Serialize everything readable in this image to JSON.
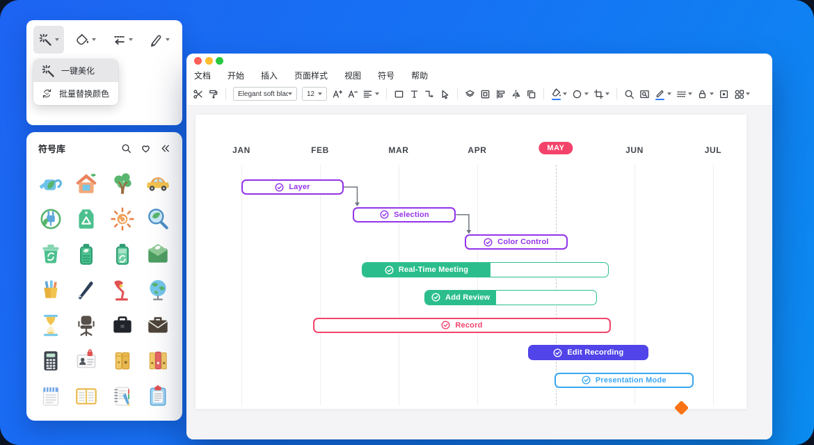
{
  "colors": {
    "accent_blue": "#2B7CF6",
    "traffic_lights": [
      "#FF5F57",
      "#FEBC2E",
      "#28C840"
    ],
    "connector": "#6F7680",
    "badge": "#F4436B",
    "milestone": "#F97316"
  },
  "beautify_panel": {
    "tools": [
      {
        "icon": "magic-wand",
        "selected": true
      },
      {
        "icon": "paint-bucket",
        "selected": false
      },
      {
        "icon": "arrow-line",
        "selected": false
      },
      {
        "icon": "pen-tool",
        "selected": false
      }
    ],
    "menu": [
      {
        "icon": "magic-wand",
        "label": "一键美化",
        "selected": true
      },
      {
        "icon": "color-replace",
        "label": "批量替换颜色",
        "selected": false
      }
    ]
  },
  "symbol_library": {
    "title": "符号库",
    "header_icons": [
      "search",
      "heart",
      "collapse"
    ],
    "symbols": [
      "watering-can",
      "eco-house",
      "tree",
      "car",
      "eco-plug",
      "recycle-tag",
      "sun",
      "leaf-magnifier",
      "recycle-bin",
      "eco-battery",
      "recycle-battery",
      "leaf-envelope",
      "pencil-cup",
      "pen",
      "desk-lamp",
      "globe",
      "hourglass",
      "office-chair",
      "briefcase",
      "suitcase",
      "calculator",
      "id-card",
      "file-binder",
      "binders",
      "notepad",
      "notebook",
      "spiral-notebook",
      "clipboard"
    ]
  },
  "app_window": {
    "menu_items": [
      "文档",
      "开始",
      "插入",
      "页面样式",
      "视图",
      "符号",
      "帮助"
    ],
    "toolbar": {
      "font_name": "Elegant soft black",
      "font_size": "12",
      "items": [
        {
          "t": "icon",
          "name": "scissors"
        },
        {
          "t": "icon",
          "name": "format-painter"
        },
        {
          "t": "sep"
        },
        {
          "t": "font-select"
        },
        {
          "t": "size-select"
        },
        {
          "t": "icon",
          "name": "font-increase"
        },
        {
          "t": "icon",
          "name": "font-decrease"
        },
        {
          "t": "icon",
          "name": "align-text",
          "caret": true
        },
        {
          "t": "sep"
        },
        {
          "t": "icon",
          "name": "rectangle"
        },
        {
          "t": "icon",
          "name": "text"
        },
        {
          "t": "icon",
          "name": "connector"
        },
        {
          "t": "icon",
          "name": "pointer"
        },
        {
          "t": "sep"
        },
        {
          "t": "icon",
          "name": "layers"
        },
        {
          "t": "icon",
          "name": "frame"
        },
        {
          "t": "icon",
          "name": "align-objects"
        },
        {
          "t": "icon",
          "name": "flip"
        },
        {
          "t": "icon",
          "name": "bring-front"
        },
        {
          "t": "sep"
        },
        {
          "t": "icon",
          "name": "fill-color",
          "caret": true,
          "underline": "#2B7CF6"
        },
        {
          "t": "icon",
          "name": "shape",
          "caret": true
        },
        {
          "t": "icon",
          "name": "crop",
          "caret": true
        },
        {
          "t": "sep"
        },
        {
          "t": "icon",
          "name": "zoom"
        },
        {
          "t": "icon",
          "name": "find-replace"
        },
        {
          "t": "icon",
          "name": "line-color",
          "caret": true,
          "underline": "#2B7CF6"
        },
        {
          "t": "icon",
          "name": "line-style",
          "caret": true
        },
        {
          "t": "icon",
          "name": "lock",
          "caret": true
        },
        {
          "t": "icon",
          "name": "focus"
        },
        {
          "t": "icon",
          "name": "theme",
          "caret": true
        }
      ]
    }
  },
  "chart_data": {
    "type": "gantt",
    "months": [
      "JAN",
      "FEB",
      "MAR",
      "APR",
      "MAY",
      "JUN",
      "JUL"
    ],
    "current_month": "MAY",
    "current_month_index": 4,
    "tasks": [
      {
        "label": "Layer",
        "row": 0,
        "start": 0.0,
        "end": 1.3,
        "variant": "outline",
        "color": "#9333EA"
      },
      {
        "label": "Selection",
        "row": 1,
        "start": 1.42,
        "end": 2.73,
        "variant": "outline",
        "color": "#9333EA"
      },
      {
        "label": "Color Control",
        "row": 2,
        "start": 2.84,
        "end": 4.15,
        "variant": "outline",
        "color": "#9333EA"
      },
      {
        "label": "Real-Time Meeting",
        "row": 3,
        "start": 1.53,
        "end": 4.67,
        "variant": "progress",
        "progress_end": 3.17,
        "color": "#2BBE8C"
      },
      {
        "label": "Add Review",
        "row": 4,
        "start": 2.33,
        "end": 4.52,
        "variant": "progress",
        "progress_end": 3.24,
        "color": "#2BBE8C"
      },
      {
        "label": "Record",
        "row": 5,
        "start": 0.91,
        "end": 4.7,
        "variant": "outline",
        "color": "#F4436B"
      },
      {
        "label": "Edit Recording",
        "row": 6,
        "start": 3.65,
        "end": 5.18,
        "variant": "filled",
        "color": "#5144E8"
      },
      {
        "label": "Presentation Mode",
        "row": 7,
        "start": 3.98,
        "end": 5.75,
        "variant": "outline",
        "color": "#3BA6F2"
      }
    ],
    "milestone": {
      "month": 5.6,
      "row": 8,
      "color": "#F97316"
    },
    "connectors": [
      {
        "from": 0,
        "to": 1
      },
      {
        "from": 1,
        "to": 2
      }
    ]
  }
}
